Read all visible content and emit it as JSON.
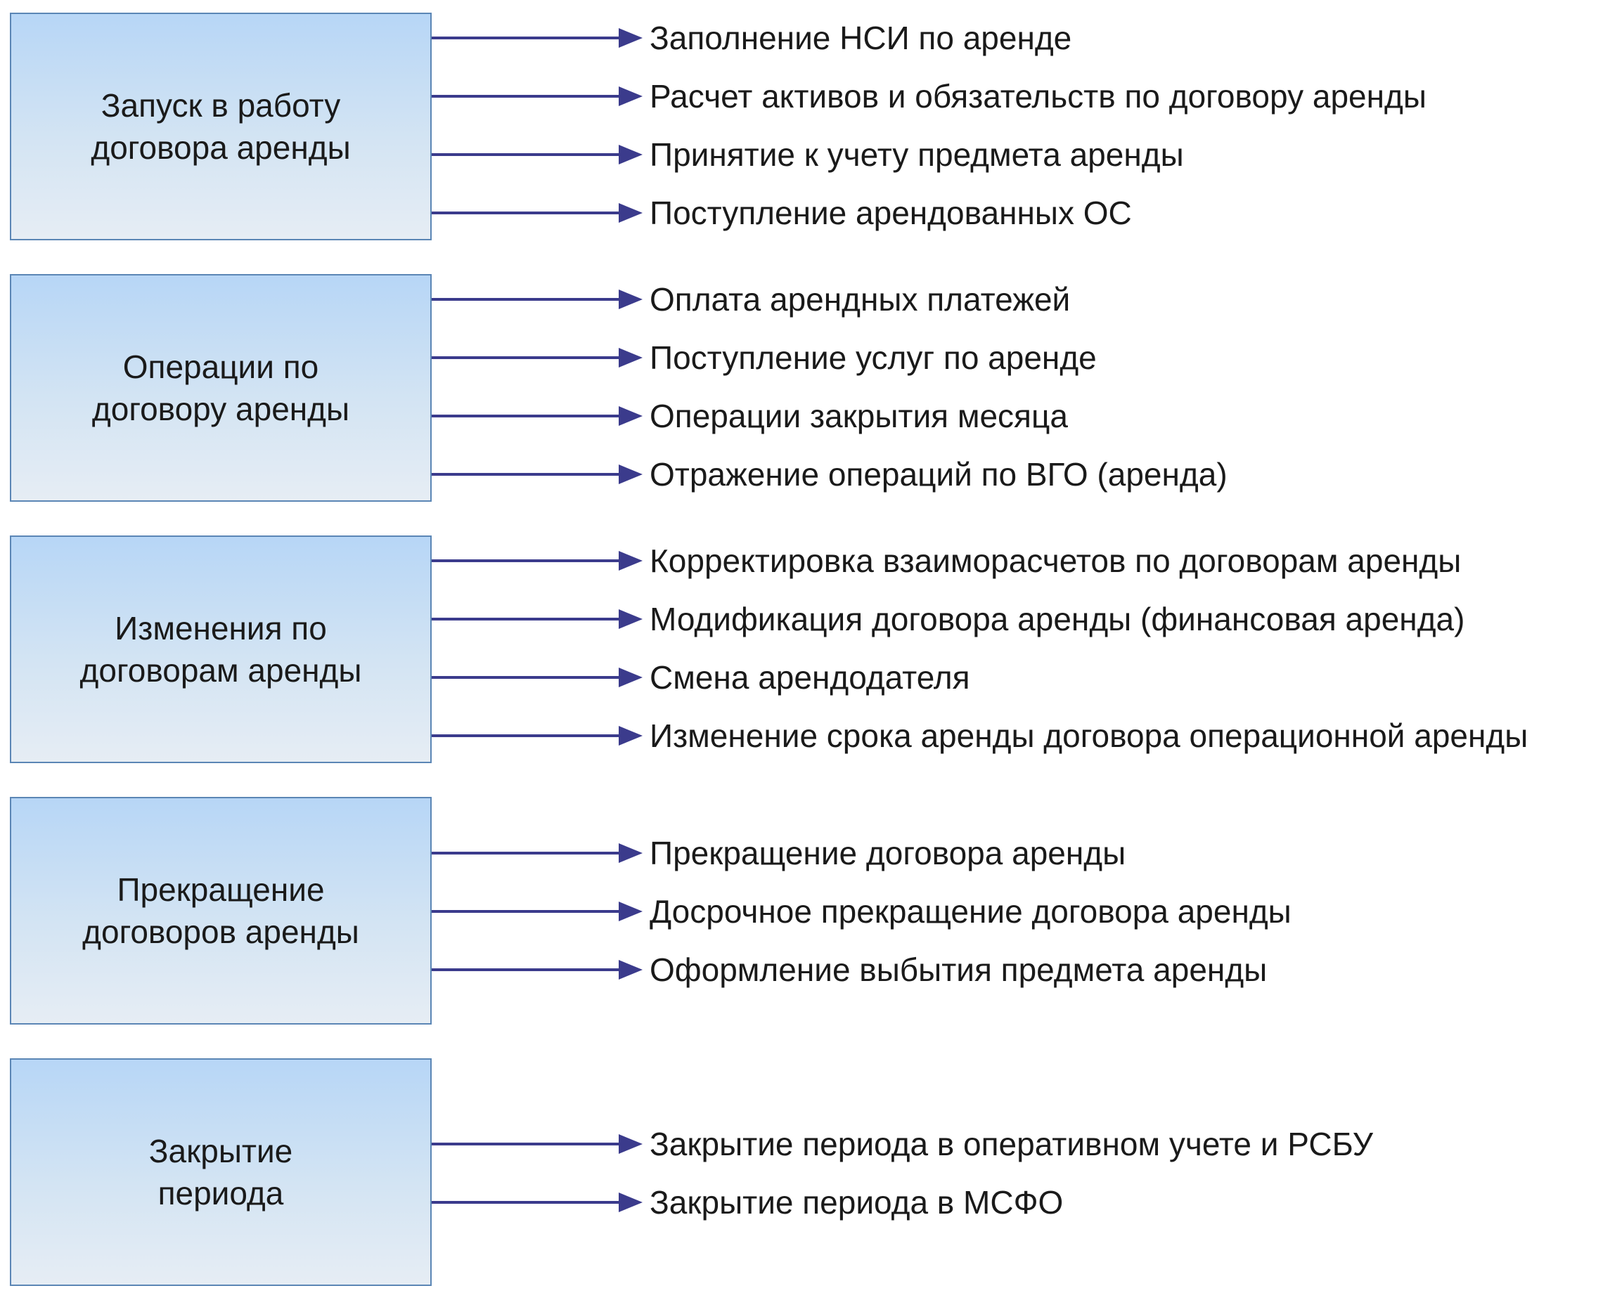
{
  "groups": [
    {
      "title": "Запуск в работу\nдоговора аренды",
      "items": [
        "Заполнение НСИ по аренде",
        "Расчет активов и обязательств по договору аренды",
        "Принятие к учету предмета аренды",
        "Поступление арендованных ОС"
      ]
    },
    {
      "title": "Операции по\nдоговору аренды",
      "items": [
        "Оплата арендных платежей",
        "Поступление услуг по аренде",
        "Операции закрытия месяца",
        "Отражение операций по ВГО (аренда)"
      ]
    },
    {
      "title": "Изменения по\nдоговорам аренды",
      "items": [
        "Корректировка взаиморасчетов по договорам аренды",
        "Модификация договора аренды (финансовая аренда)",
        "Смена арендодателя",
        "Изменение срока аренды договора операционной аренды"
      ]
    },
    {
      "title": "Прекращение\nдоговоров аренды",
      "items": [
        "Прекращение договора аренды",
        "Досрочное прекращение договора аренды",
        "Оформление выбытия предмета аренды"
      ]
    },
    {
      "title": "Закрытие\nпериода",
      "items": [
        "Закрытие периода в оперативном учете и РСБУ",
        "Закрытие периода в МСФО"
      ]
    }
  ]
}
